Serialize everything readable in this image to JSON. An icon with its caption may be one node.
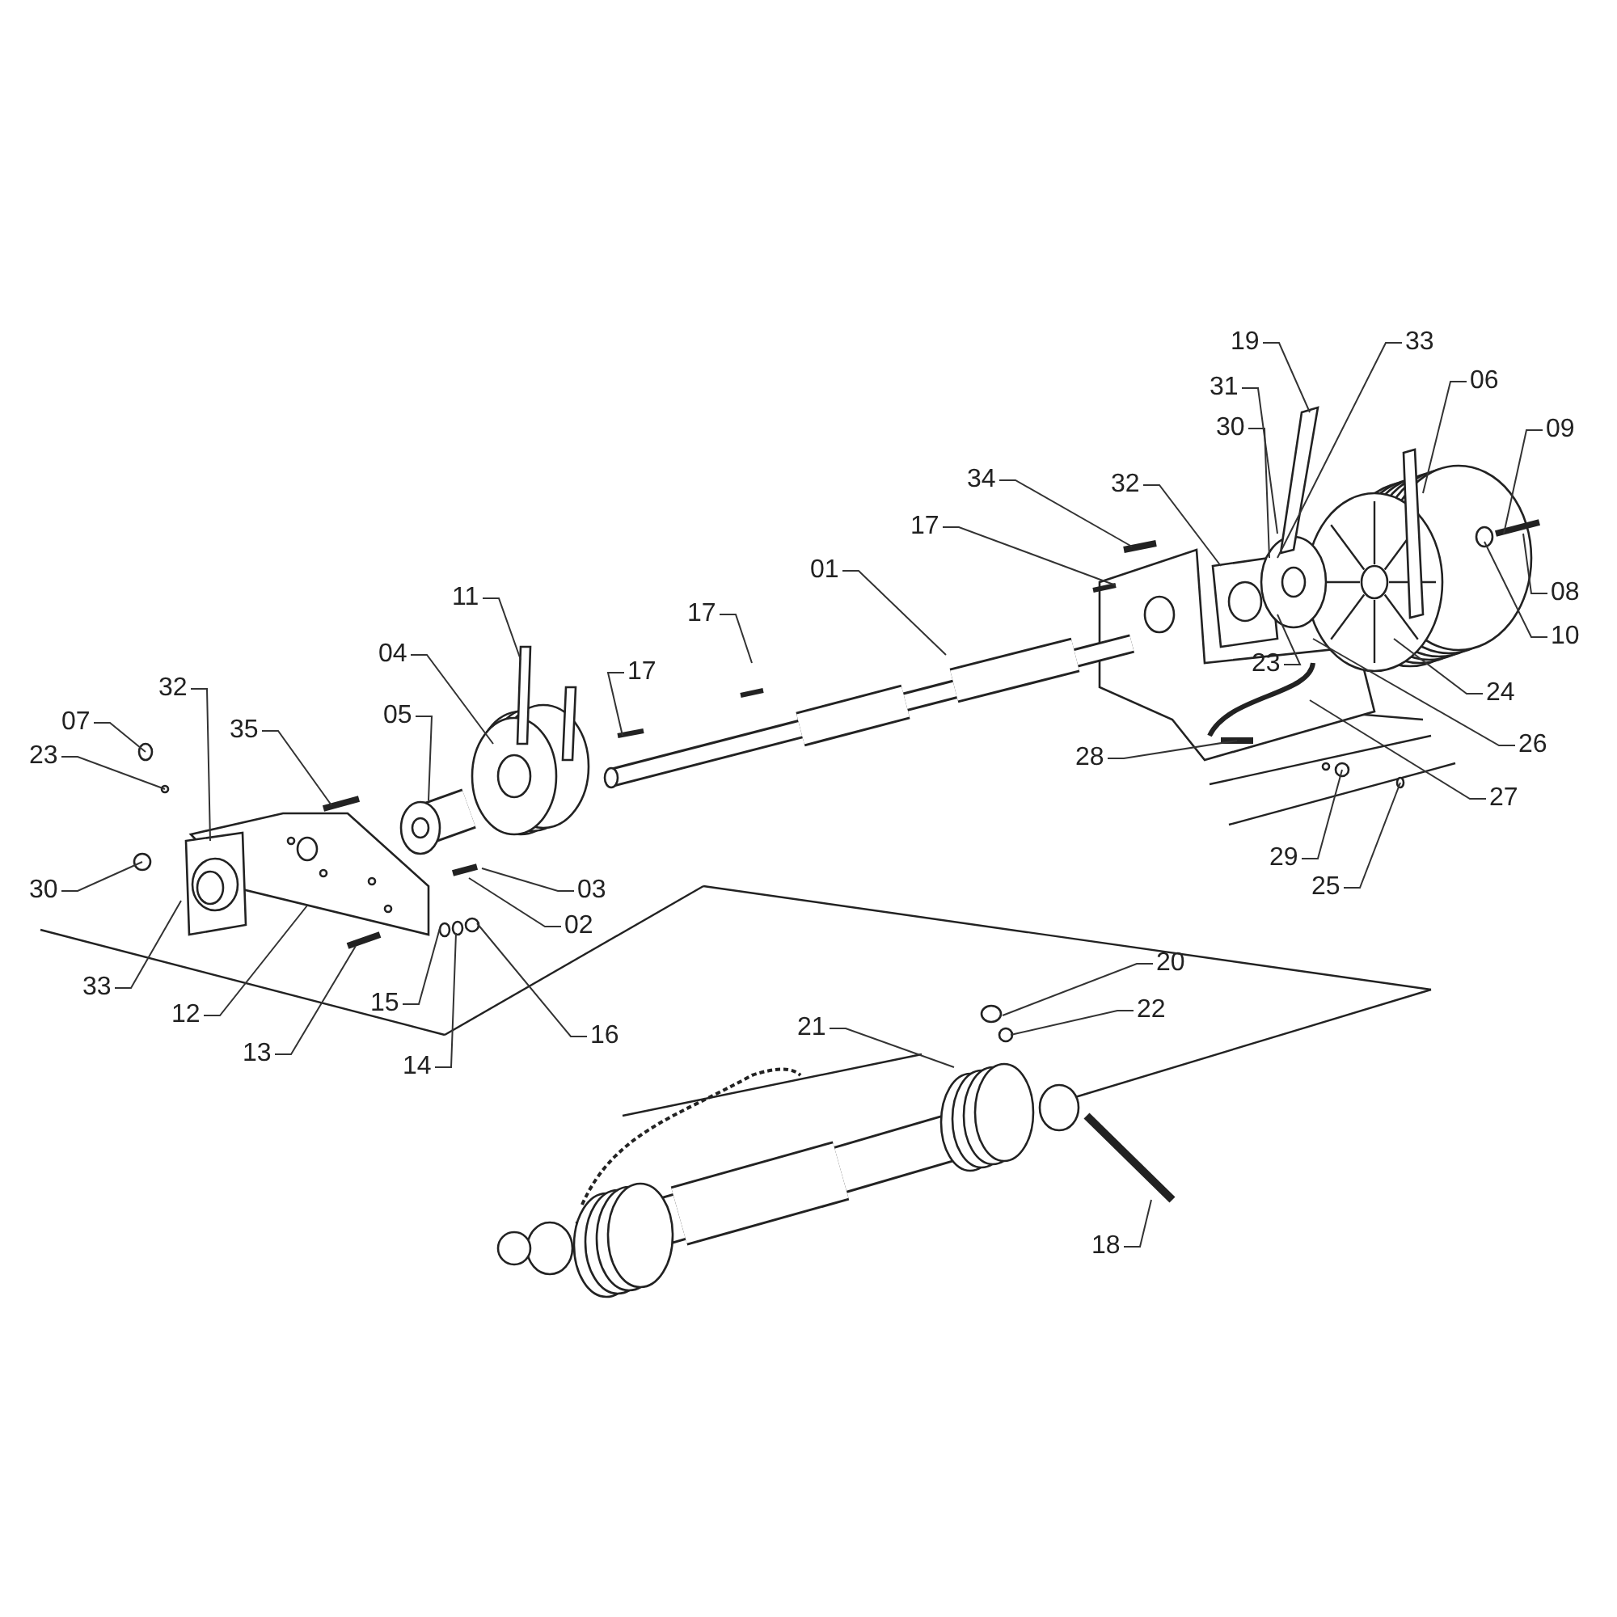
{
  "diagram": {
    "nodes": [
      {
        "text": [
          "19"
        ]
      },
      {
        "text": [
          "33"
        ]
      },
      {
        "text": [
          "31"
        ]
      },
      {
        "text": [
          "06"
        ]
      },
      {
        "text": [
          "09"
        ]
      },
      {
        "text": [
          "30"
        ]
      },
      {
        "text": [
          "34"
        ]
      },
      {
        "text": [
          "32"
        ]
      },
      {
        "text": [
          "08"
        ]
      },
      {
        "text": [
          "17"
        ]
      },
      {
        "text": [
          "01"
        ]
      },
      {
        "text": [
          "17"
        ]
      },
      {
        "text": [
          "11"
        ]
      },
      {
        "text": [
          "10"
        ]
      },
      {
        "text": [
          "04"
        ]
      },
      {
        "text": [
          "17"
        ]
      },
      {
        "text": [
          "23"
        ]
      },
      {
        "text": [
          "24"
        ]
      },
      {
        "text": [
          "05"
        ]
      },
      {
        "text": [
          "07"
        ]
      },
      {
        "text": [
          "32"
        ]
      },
      {
        "text": [
          "23"
        ]
      },
      {
        "text": [
          "35"
        ]
      },
      {
        "text": [
          "26"
        ]
      },
      {
        "text": [
          "28"
        ]
      },
      {
        "text": [
          "27"
        ]
      },
      {
        "text": [
          "03"
        ]
      },
      {
        "text": [
          "30"
        ]
      },
      {
        "text": [
          "29"
        ]
      },
      {
        "text": [
          "25"
        ]
      },
      {
        "text": [
          "02"
        ]
      },
      {
        "text": [
          "33"
        ]
      },
      {
        "text": [
          "12"
        ]
      },
      {
        "text": [
          "15"
        ]
      },
      {
        "text": [
          "16"
        ]
      },
      {
        "text": [
          "13"
        ]
      },
      {
        "text": [
          "14"
        ]
      },
      {
        "text": [
          "20"
        ]
      },
      {
        "text": [
          "22"
        ]
      },
      {
        "text": [
          "21"
        ]
      },
      {
        "text": [
          "18"
        ]
      }
    ],
    "edges": [
      {
        "from": 0,
        "to": null,
        "arrow": "none"
      },
      {
        "from": 1,
        "to": null,
        "arrow": "none"
      },
      {
        "from": 2,
        "to": null,
        "arrow": "none"
      },
      {
        "from": 3,
        "to": null,
        "arrow": "none"
      },
      {
        "from": 4,
        "to": null,
        "arrow": "none"
      },
      {
        "from": 5,
        "to": null,
        "arrow": "none"
      },
      {
        "from": 6,
        "to": null,
        "arrow": "none"
      },
      {
        "from": 7,
        "to": null,
        "arrow": "none"
      },
      {
        "from": 8,
        "to": null,
        "arrow": "none"
      },
      {
        "from": 9,
        "to": null,
        "arrow": "none"
      },
      {
        "from": 10,
        "to": null,
        "arrow": "none"
      },
      {
        "from": 11,
        "to": null,
        "arrow": "none"
      },
      {
        "from": 12,
        "to": null,
        "arrow": "none"
      },
      {
        "from": 13,
        "to": null,
        "arrow": "none"
      },
      {
        "from": 14,
        "to": null,
        "arrow": "none"
      },
      {
        "from": 15,
        "to": null,
        "arrow": "none"
      },
      {
        "from": 16,
        "to": null,
        "arrow": "none"
      },
      {
        "from": 17,
        "to": null,
        "arrow": "none"
      },
      {
        "from": 18,
        "to": null,
        "arrow": "none"
      },
      {
        "from": 19,
        "to": null,
        "arrow": "none"
      },
      {
        "from": 20,
        "to": null,
        "arrow": "none"
      },
      {
        "from": 21,
        "to": null,
        "arrow": "none"
      },
      {
        "from": 22,
        "to": null,
        "arrow": "none"
      },
      {
        "from": 23,
        "to": null,
        "arrow": "none"
      },
      {
        "from": 24,
        "to": null,
        "arrow": "none"
      },
      {
        "from": 25,
        "to": null,
        "arrow": "none"
      },
      {
        "from": 26,
        "to": null,
        "arrow": "none"
      },
      {
        "from": 27,
        "to": null,
        "arrow": "none"
      },
      {
        "from": 28,
        "to": null,
        "arrow": "none"
      },
      {
        "from": 29,
        "to": null,
        "arrow": "none"
      },
      {
        "from": 30,
        "to": null,
        "arrow": "none"
      },
      {
        "from": 31,
        "to": null,
        "arrow": "none"
      },
      {
        "from": 32,
        "to": null,
        "arrow": "none"
      },
      {
        "from": 33,
        "to": null,
        "arrow": "none"
      },
      {
        "from": 34,
        "to": null,
        "arrow": "none"
      },
      {
        "from": 35,
        "to": null,
        "arrow": "none"
      },
      {
        "from": 36,
        "to": null,
        "arrow": "none"
      },
      {
        "from": 37,
        "to": null,
        "arrow": "none"
      },
      {
        "from": 38,
        "to": null,
        "arrow": "none"
      },
      {
        "from": 39,
        "to": null,
        "arrow": "none"
      },
      {
        "from": 40,
        "to": null,
        "arrow": "none"
      }
    ]
  }
}
